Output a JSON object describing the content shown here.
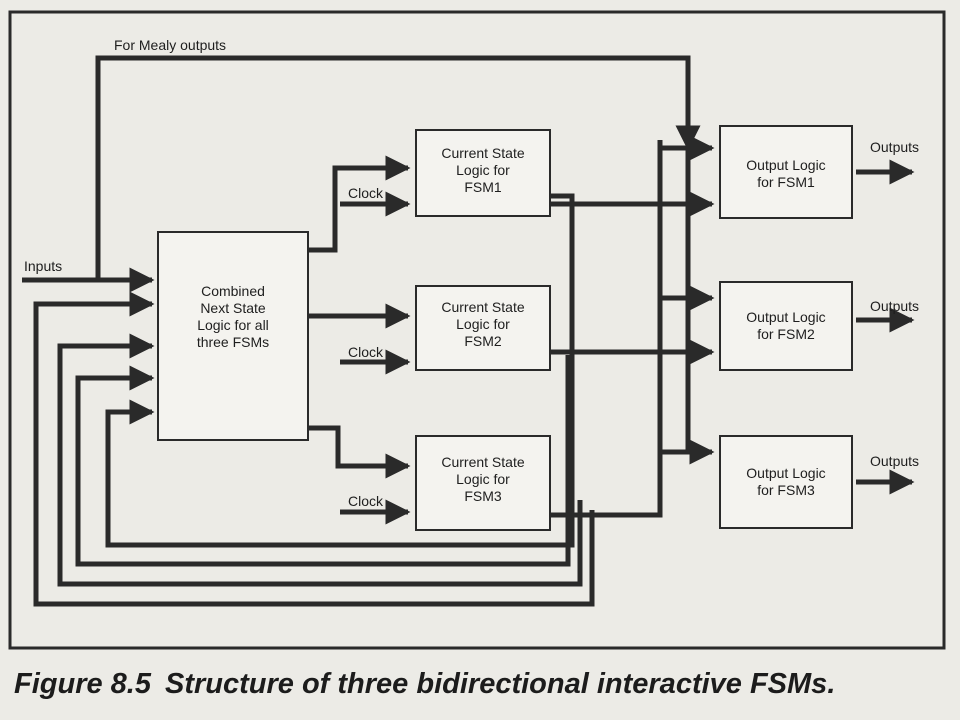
{
  "figure": {
    "caption_number": "Figure 8.5",
    "caption_text": "Structure of three bidirectional interactive FSMs."
  },
  "diagram": {
    "mealy_label": "For Mealy outputs",
    "inputs_label": "Inputs",
    "outputs_label": "Outputs",
    "clock_label": "Clock",
    "next_state_block": [
      "Combined",
      "Next State",
      "Logic for all",
      "three FSMs"
    ],
    "current_state_blocks": [
      [
        "Current State",
        "Logic for",
        "FSM1"
      ],
      [
        "Current State",
        "Logic for",
        "FSM2"
      ],
      [
        "Current State",
        "Logic for",
        "FSM3"
      ]
    ],
    "output_blocks": [
      [
        "Output Logic",
        "for FSM1"
      ],
      [
        "Output Logic",
        "for FSM2"
      ],
      [
        "Output Logic",
        "for FSM3"
      ]
    ]
  },
  "colors": {
    "page": "#ecebe6",
    "ink": "#2a2a2a",
    "box_fill": "#f4f3ef",
    "bleed_text": "#b8b6ae"
  }
}
